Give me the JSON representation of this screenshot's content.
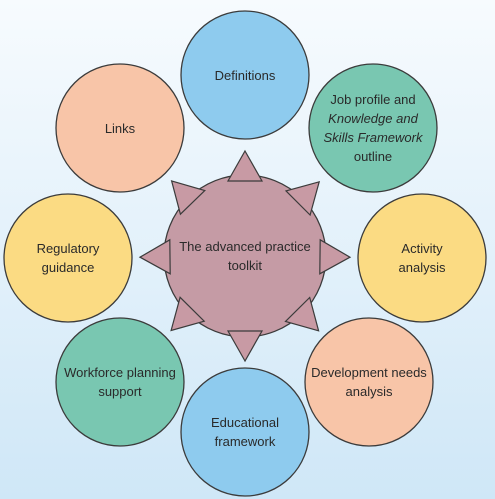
{
  "diagram": {
    "center": {
      "lines": [
        "The advanced practice",
        "toolkit"
      ],
      "color": "#c59ba5"
    },
    "nodes": [
      {
        "id": "definitions",
        "lines": [
          "Definitions"
        ],
        "color": "#8ecbee"
      },
      {
        "id": "job-profile",
        "lines": [
          "Job profile and",
          "Knowledge and",
          "Skills Framework",
          "outline"
        ],
        "italic_lines": [
          1,
          2
        ],
        "color": "#79c7b1"
      },
      {
        "id": "activity-analysis",
        "lines": [
          "Activity",
          "analysis"
        ],
        "color": "#fbdb83"
      },
      {
        "id": "development-needs",
        "lines": [
          "Development needs",
          "analysis"
        ],
        "color": "#f8c5a8"
      },
      {
        "id": "educational-framework",
        "lines": [
          "Educational",
          "framework"
        ],
        "color": "#8ecbee"
      },
      {
        "id": "workforce-planning",
        "lines": [
          "Workforce planning",
          "support"
        ],
        "color": "#79c7b1"
      },
      {
        "id": "regulatory-guidance",
        "lines": [
          "Regulatory",
          "guidance"
        ],
        "color": "#fbdb83"
      },
      {
        "id": "links",
        "lines": [
          "Links"
        ],
        "color": "#f8c5a8"
      }
    ],
    "colors": {
      "background_top": "#f7fbfe",
      "background_bottom": "#cfe7f7",
      "outline": "#3b3b3b",
      "arrow": "#c89aa4"
    }
  }
}
